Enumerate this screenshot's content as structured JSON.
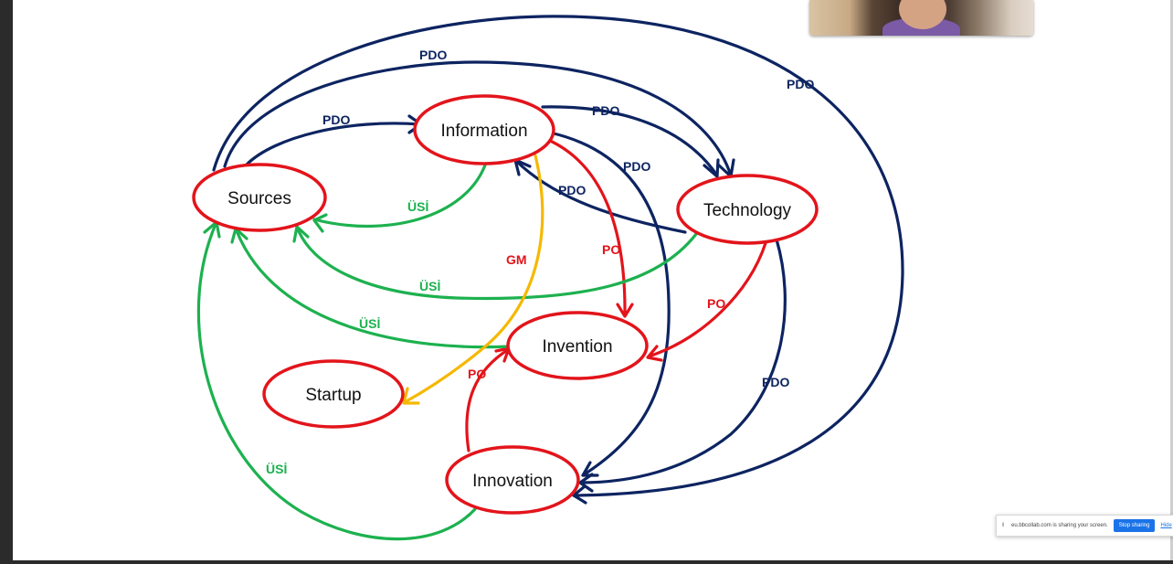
{
  "diagram": {
    "nodes": {
      "information": "Information",
      "sources": "Sources",
      "technology": "Technology",
      "invention": "Invention",
      "startup": "Startup",
      "innovation": "Innovation"
    },
    "edge_labels": {
      "pdo_outer_top": "PDO",
      "pdo_outer_right": "PDO",
      "pdo_sources_information": "PDO",
      "pdo_information_technology": "PDO",
      "pdo_information_innovation": "PDO",
      "pdo_technology_information": "PDO",
      "pdo_technology_innovation": "PDO",
      "usi_information_sources": "ÜSİ",
      "usi_technology_sources": "ÜSİ",
      "usi_invention_sources": "ÜSİ",
      "usi_innovation_sources": "ÜSİ",
      "gm_information_startup": "GM",
      "po_information_invention": "PO",
      "po_technology_invention": "PO",
      "po_innovation_invention": "PO"
    },
    "colors": {
      "node_border": "#e3141b",
      "pdo": "#0d2461",
      "po": "#e3141b",
      "usi": "#1db14f",
      "gm": "#f5b800"
    }
  },
  "sharing_bar": {
    "message": "eu.bbcollab.com is sharing your screen.",
    "stop_label": "Stop sharing",
    "hide_label": "Hide"
  },
  "webcam": {
    "icon": "webcam-video-feed"
  }
}
